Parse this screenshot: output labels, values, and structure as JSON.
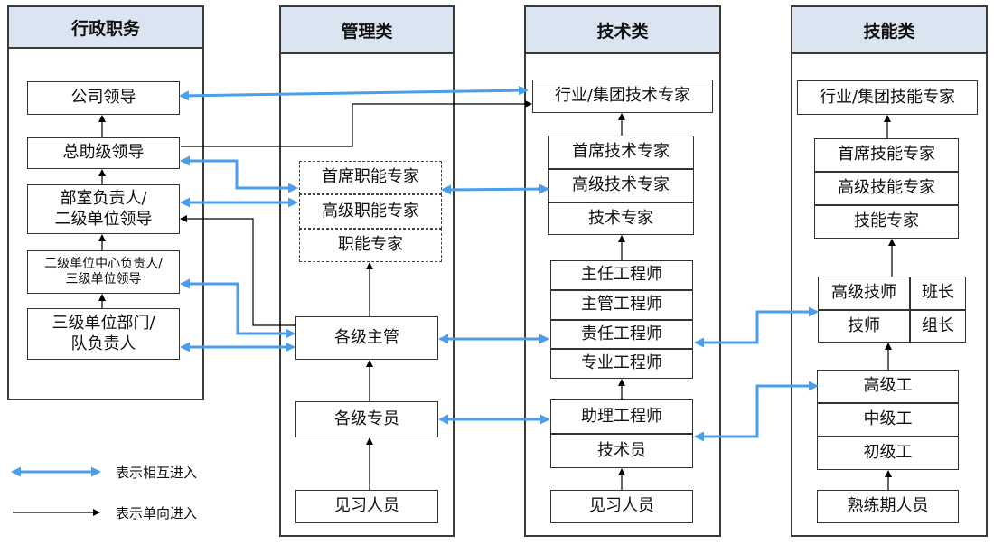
{
  "columns": {
    "admin": "行政职务",
    "mgmt": "管理类",
    "tech": "技术类",
    "skill": "技能类"
  },
  "admin": {
    "leader": "公司领导",
    "asst_leader": "总助级领导",
    "dept_head": "部室负责人/\n二级单位领导",
    "center_head": "二级单位中心负责人/\n三级单位领导",
    "team_head": "三级单位部门/\n队负责人"
  },
  "mgmt": {
    "chief_func": "首席职能专家",
    "senior_func": "高级职能专家",
    "func": "职能专家",
    "supervisor": "各级主管",
    "specialist": "各级专员",
    "trainee": "见习人员"
  },
  "tech": {
    "industry": "行业/集团技术专家",
    "chief": "首席技术专家",
    "senior": "高级技术专家",
    "expert": "技术专家",
    "principal_eng": "主任工程师",
    "lead_eng": "主管工程师",
    "resp_eng": "责任工程师",
    "pro_eng": "专业工程师",
    "asst_eng": "助理工程师",
    "technician": "技术员",
    "trainee": "见习人员"
  },
  "skill": {
    "industry": "行业/集团技能专家",
    "chief": "首席技能专家",
    "senior": "高级技能专家",
    "expert": "技能专家",
    "senior_tech": "高级技师",
    "tech": "技师",
    "squad_leader": "班长",
    "group_leader": "组长",
    "senior_worker": "高级工",
    "mid_worker": "中级工",
    "junior_worker": "初级工",
    "probation": "熟练期人员"
  },
  "legend": {
    "mutual": "表示相互进入",
    "oneway": "表示单向进入"
  },
  "colors": {
    "header_fill": "#dbe4f1",
    "mutual_arrow": "#4a9eea",
    "oneway_arrow": "#000000"
  }
}
